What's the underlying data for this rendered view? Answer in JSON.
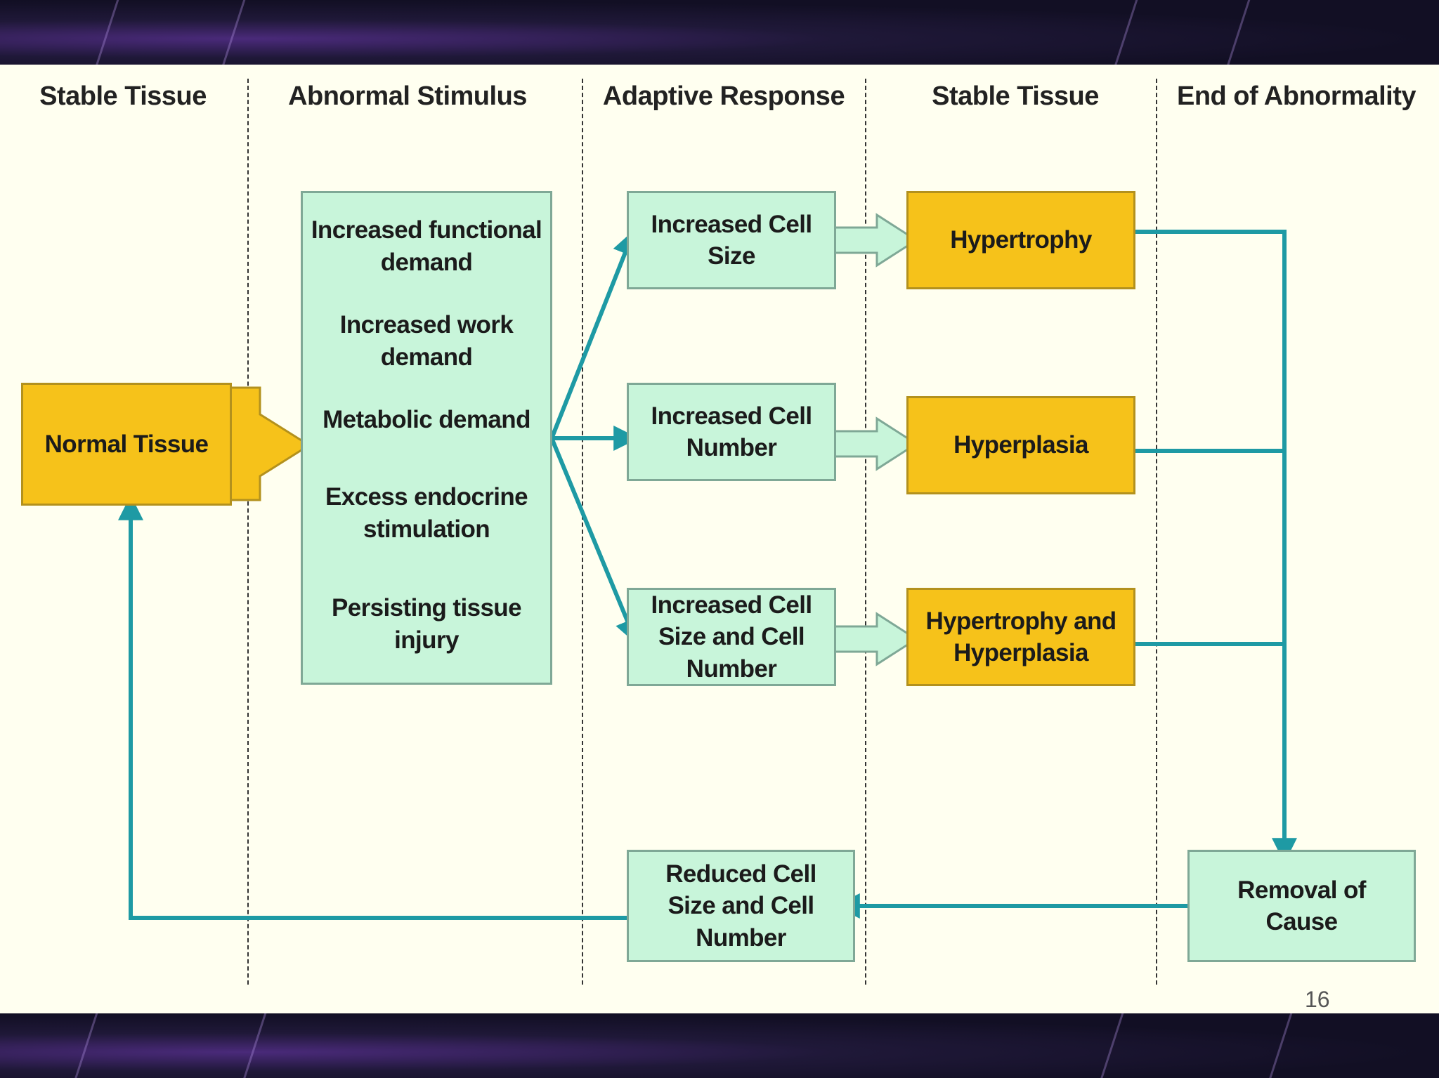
{
  "headers": [
    "Stable Tissue",
    "Abnormal Stimulus",
    "Adaptive Response",
    "Stable Tissue",
    "End of Abnormality"
  ],
  "normal_tissue": "Normal Tissue",
  "stimuli": [
    "Increased functional\ndemand",
    "Increased work\ndemand",
    "Metabolic demand",
    "Excess endocrine\nstimulation",
    "Persisting tissue\ninjury"
  ],
  "responses": [
    "Increased Cell\nSize",
    "Increased Cell\nNumber",
    "Increased Cell\nSize and Cell\nNumber"
  ],
  "outcomes": [
    "Hypertrophy",
    "Hyperplasia",
    "Hypertrophy and\nHyperplasia"
  ],
  "removal_of_cause": "Removal of\nCause",
  "reduced": "Reduced Cell\nSize and Cell\nNumber",
  "page_number": "16",
  "colors": {
    "green_box": "#c8f5da",
    "gold_box": "#f6c21a",
    "teal_arrow": "#1e9aa4",
    "slide_bg": "#fffff0"
  }
}
